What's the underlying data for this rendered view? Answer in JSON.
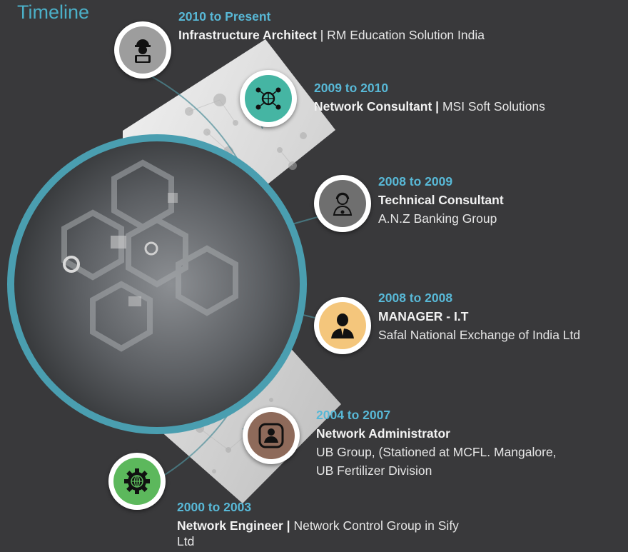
{
  "title": "Timeline",
  "colors": {
    "background": "#39393b",
    "accent": "#4bb0c8",
    "period_text": "#58b8d6",
    "ring": "#4a9eb0"
  },
  "entries": [
    {
      "period": "2010 to Present",
      "role": "Infrastructure Architect",
      "separator": "|",
      "org": "RM Education Solution India",
      "icon": "construction-worker-laptop-icon",
      "icon_color": "#9d9d9d"
    },
    {
      "period": "2009 to 2010",
      "role": "Network Consultant",
      "separator": "|",
      "org": "MSI Soft Solutions",
      "icon": "network-globe-icon",
      "icon_color": "#45b5a3"
    },
    {
      "period": "2008 to 2009",
      "role": "Technical Consultant",
      "separator": "",
      "org": "A.N.Z Banking Group",
      "icon": "support-headset-icon",
      "icon_color": "#6f6f6f"
    },
    {
      "period": "2008 to 2008",
      "role": "MANAGER - I.T",
      "separator": "",
      "org": "Safal National Exchange of India Ltd",
      "icon": "manager-person-icon",
      "icon_color": "#f4c67c"
    },
    {
      "period": "2004 to 2007",
      "role": "Network Administrator",
      "separator": "",
      "org": "UB Group, (Stationed at MCFL. Mangalore,",
      "org_line2": "UB Fertilizer Division",
      "icon": "user-profile-icon",
      "icon_color": "#8e6a5a"
    },
    {
      "period": "2000 to 2003",
      "role": "Network Engineer",
      "separator": "|",
      "org": "Network Control Group in Sify",
      "org_line2": "Ltd",
      "icon": "gear-globe-icon",
      "icon_color": "#5cb85c"
    }
  ]
}
